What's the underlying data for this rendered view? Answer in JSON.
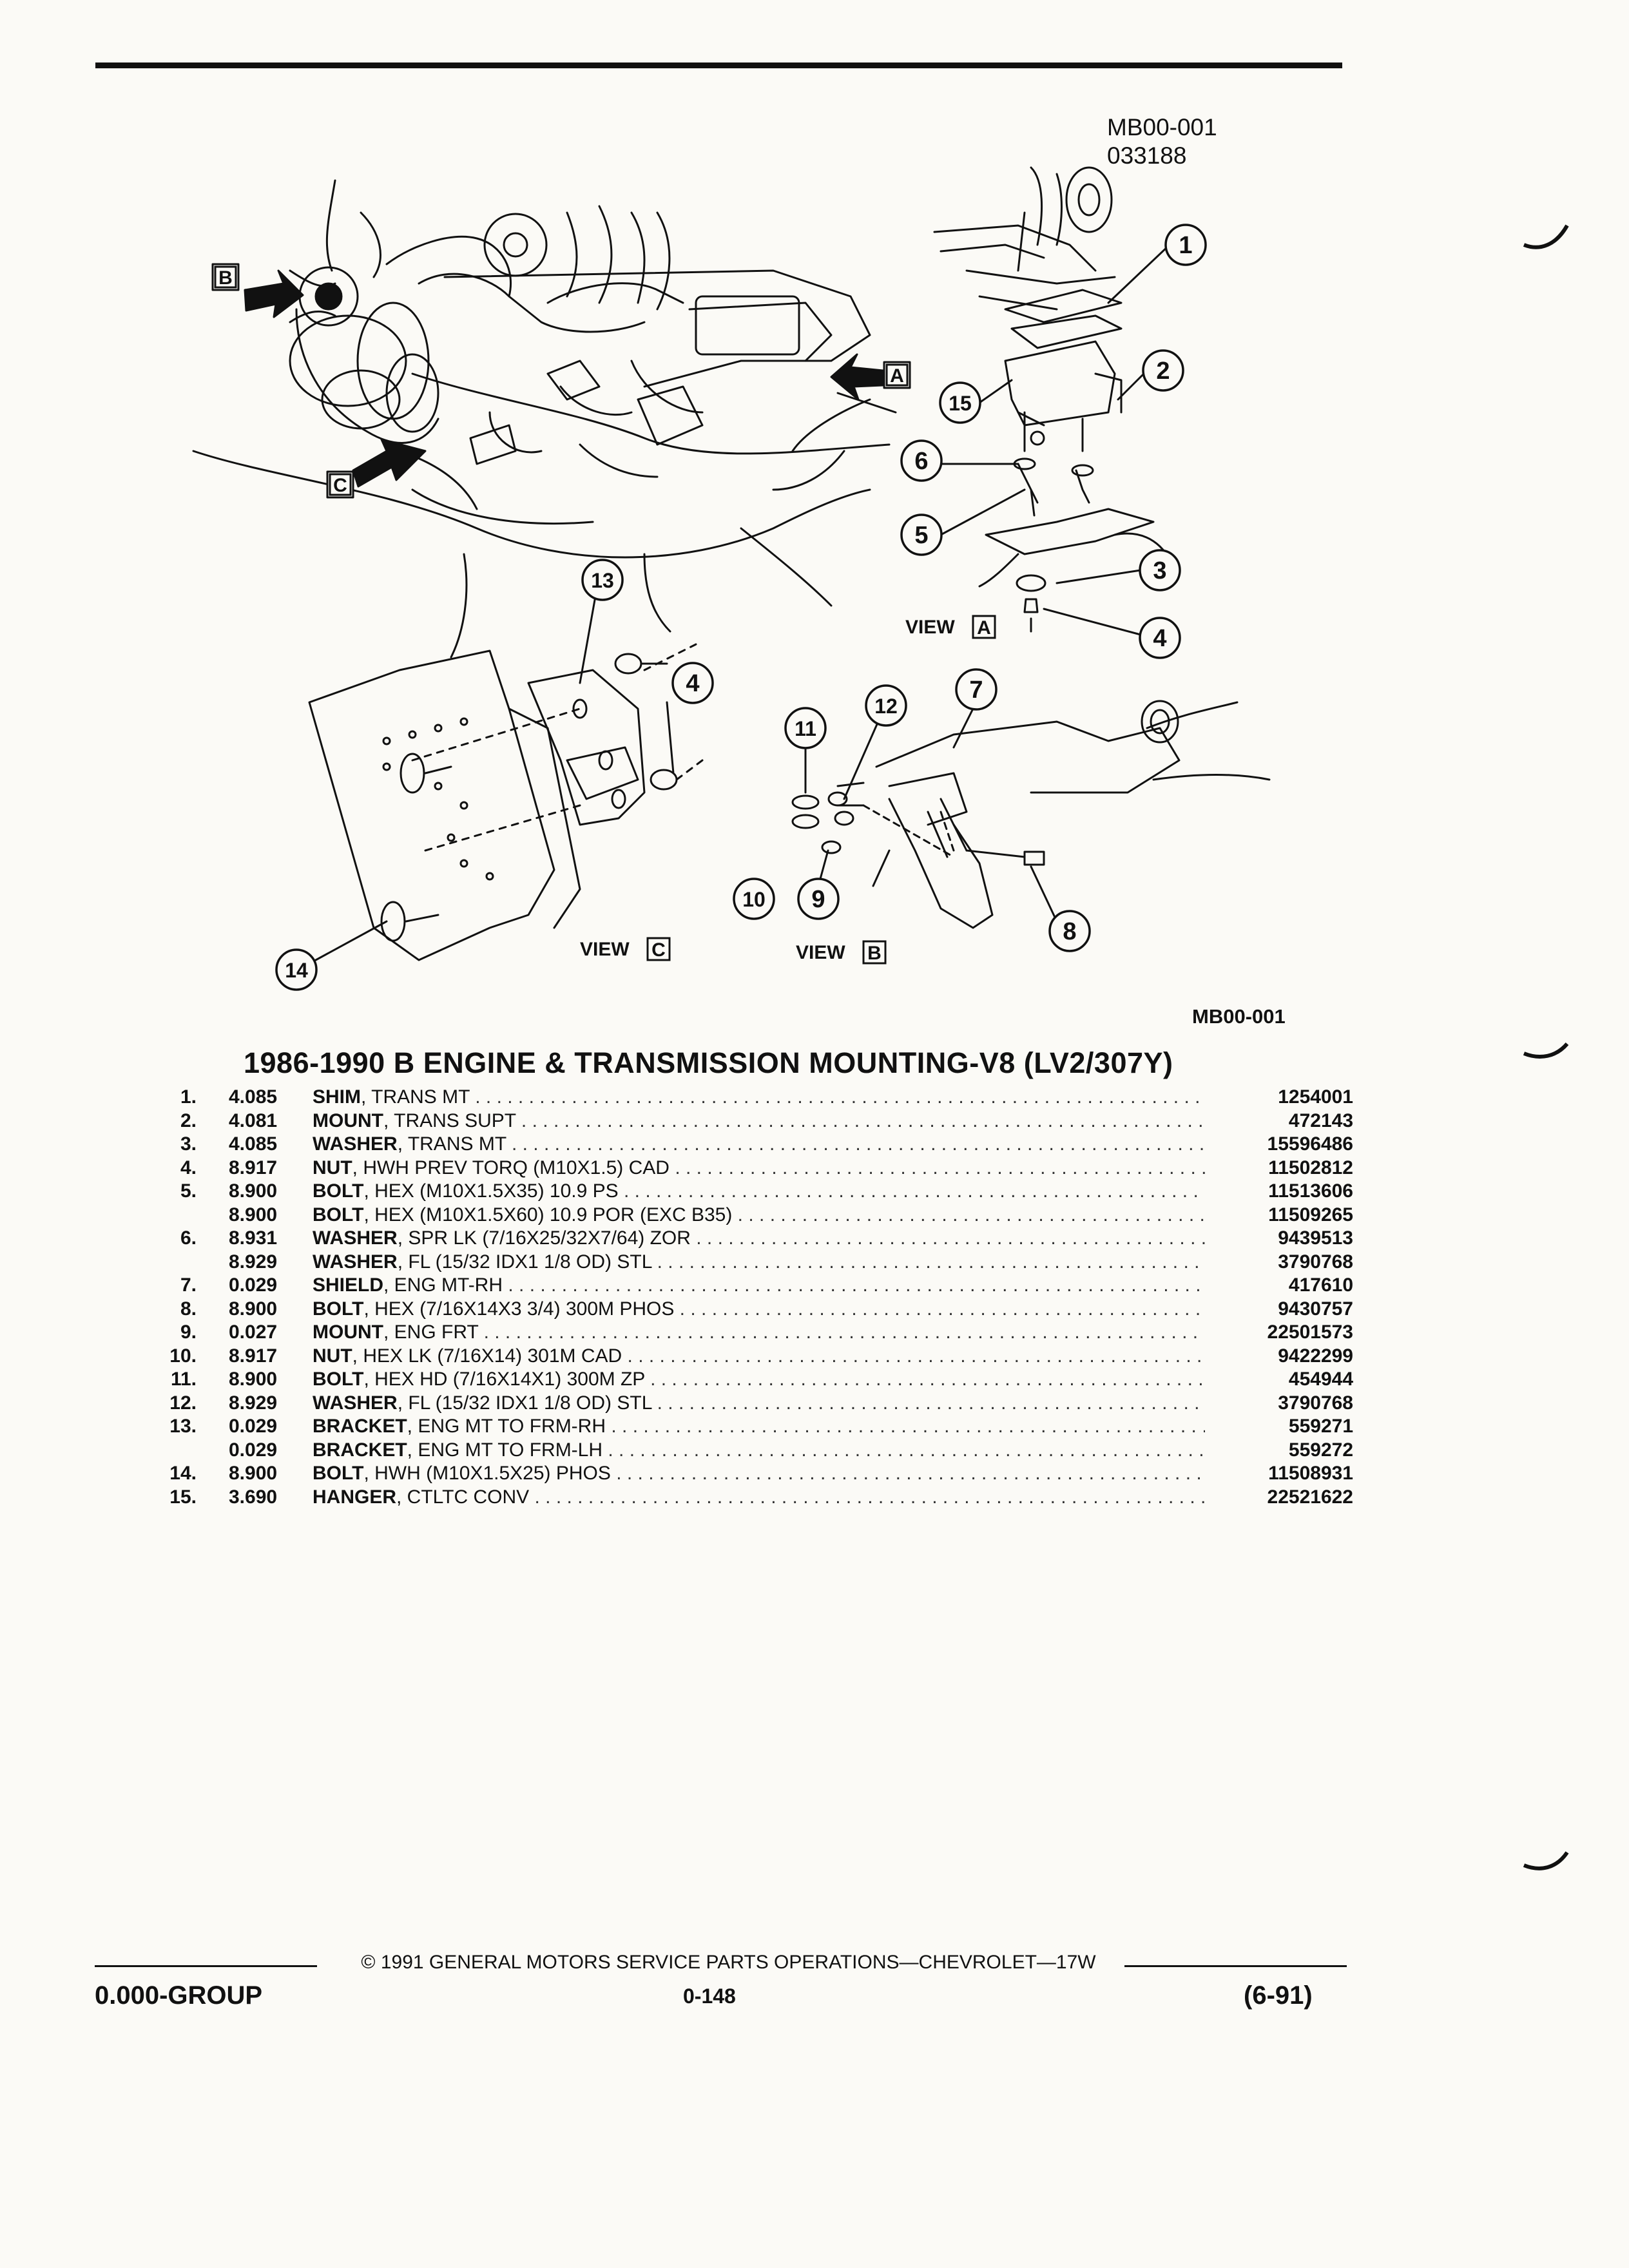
{
  "figure": {
    "code": "MB00-001",
    "date_code": "033188",
    "caption_code": "MB00-001",
    "view_word": "VIEW",
    "view_letters": {
      "a": "A",
      "b": "B",
      "c": "C"
    },
    "arrow_letters": {
      "a": "A",
      "b": "B",
      "c": "C"
    },
    "callouts": {
      "c1": "1",
      "c2": "2",
      "c3": "3",
      "c4a": "4",
      "c4b": "4",
      "c5": "5",
      "c6": "6",
      "c7": "7",
      "c8": "8",
      "c9": "9",
      "c10": "10",
      "c11": "11",
      "c12": "12",
      "c13": "13",
      "c14": "14",
      "c15": "15"
    }
  },
  "section_title": "1986-1990 B ENGINE & TRANSMISSION MOUNTING-V8 (LV2/307Y)",
  "parts": [
    {
      "num": "1.",
      "code": "4.085",
      "name": "SHIM",
      "desc": ", TRANS MT",
      "part_no": "1254001"
    },
    {
      "num": "2.",
      "code": "4.081",
      "name": "MOUNT",
      "desc": ", TRANS SUPT",
      "part_no": "472143"
    },
    {
      "num": "3.",
      "code": "4.085",
      "name": "WASHER",
      "desc": ", TRANS MT",
      "part_no": "15596486"
    },
    {
      "num": "4.",
      "code": "8.917",
      "name": "NUT",
      "desc": ", HWH PREV TORQ (M10X1.5) CAD",
      "part_no": "11502812"
    },
    {
      "num": "5.",
      "code": "8.900",
      "name": "BOLT",
      "desc": ", HEX (M10X1.5X35) 10.9 PS",
      "part_no": "11513606"
    },
    {
      "num": "",
      "code": "8.900",
      "name": "BOLT",
      "desc": ", HEX (M10X1.5X60) 10.9 POR (EXC B35)",
      "part_no": "11509265"
    },
    {
      "num": "6.",
      "code": "8.931",
      "name": "WASHER",
      "desc": ", SPR LK (7/16X25/32X7/64) ZOR",
      "part_no": "9439513"
    },
    {
      "num": "",
      "code": "8.929",
      "name": "WASHER",
      "desc": ", FL (15/32 IDX1 1/8 OD) STL",
      "part_no": "3790768"
    },
    {
      "num": "7.",
      "code": "0.029",
      "name": "SHIELD",
      "desc": ", ENG MT-RH",
      "part_no": "417610"
    },
    {
      "num": "8.",
      "code": "8.900",
      "name": "BOLT",
      "desc": ", HEX (7/16X14X3 3/4) 300M PHOS",
      "part_no": "9430757"
    },
    {
      "num": "9.",
      "code": "0.027",
      "name": "MOUNT",
      "desc": ", ENG FRT",
      "part_no": "22501573"
    },
    {
      "num": "10.",
      "code": "8.917",
      "name": "NUT",
      "desc": ", HEX LK (7/16X14) 301M CAD",
      "part_no": "9422299"
    },
    {
      "num": "11.",
      "code": "8.900",
      "name": "BOLT",
      "desc": ", HEX HD (7/16X14X1) 300M ZP",
      "part_no": "454944"
    },
    {
      "num": "12.",
      "code": "8.929",
      "name": "WASHER",
      "desc": ", FL (15/32 IDX1 1/8 OD) STL",
      "part_no": "3790768"
    },
    {
      "num": "13.",
      "code": "0.029",
      "name": "BRACKET",
      "desc": ", ENG MT TO FRM-RH",
      "part_no": "559271"
    },
    {
      "num": "",
      "code": "0.029",
      "name": "BRACKET",
      "desc": ", ENG MT TO FRM-LH",
      "part_no": "559272"
    },
    {
      "num": "14.",
      "code": "8.900",
      "name": "BOLT",
      "desc": ", HWH (M10X1.5X25) PHOS",
      "part_no": "11508931"
    },
    {
      "num": "15.",
      "code": "3.690",
      "name": "HANGER",
      "desc": ", CTLTC CONV",
      "part_no": "22521622"
    }
  ],
  "footer": {
    "center": "© 1991 GENERAL MOTORS SERVICE PARTS OPERATIONS—CHEVROLET—17W",
    "left": "0.000-GROUP",
    "page": "0-148",
    "right": "(6-91)"
  }
}
